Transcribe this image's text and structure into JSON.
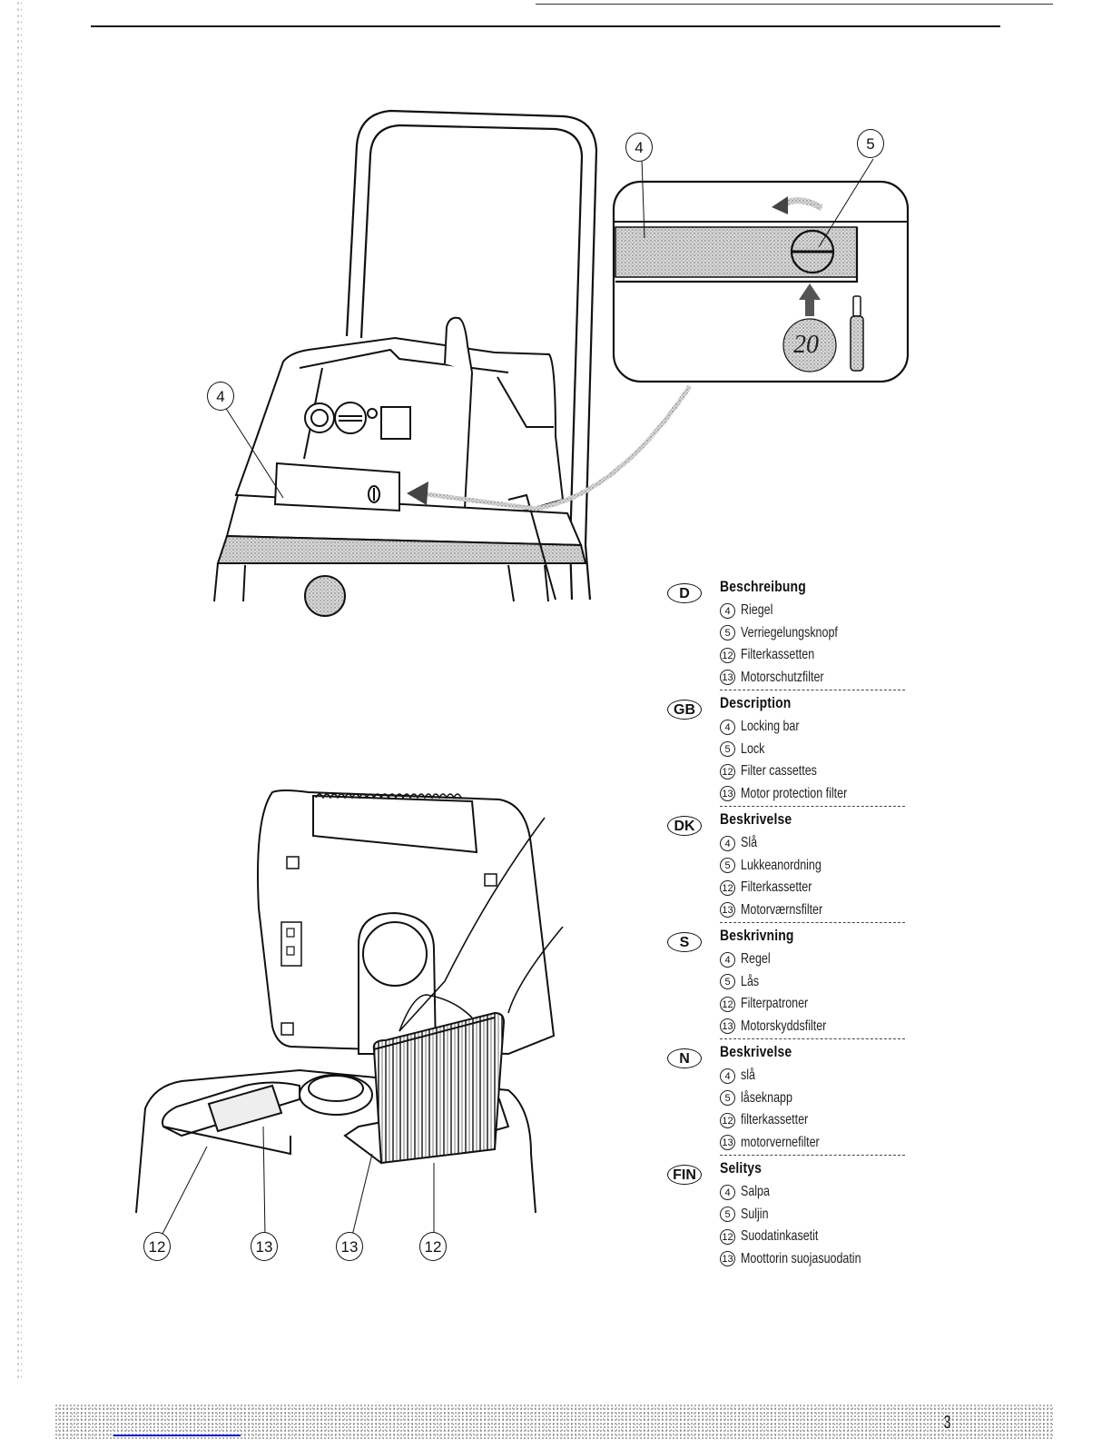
{
  "page": {
    "number": "3"
  },
  "figure_top": {
    "callouts": [
      "4",
      "4",
      "5"
    ],
    "coin_text": "20",
    "switch_symbol": "I"
  },
  "figure_bottom": {
    "callouts": [
      "12",
      "13",
      "13",
      "12"
    ]
  },
  "legend": [
    {
      "lang": "D",
      "heading": "Beschreibung",
      "items": [
        {
          "n": "4",
          "label": "Riegel"
        },
        {
          "n": "5",
          "label": "Verriegelungsknopf"
        },
        {
          "n": "12",
          "label": "Filterkassetten"
        },
        {
          "n": "13",
          "label": "Motorschutzfilter"
        }
      ]
    },
    {
      "lang": "GB",
      "heading": "Description",
      "items": [
        {
          "n": "4",
          "label": "Locking bar"
        },
        {
          "n": "5",
          "label": "Lock"
        },
        {
          "n": "12",
          "label": "Filter cassettes"
        },
        {
          "n": "13",
          "label": "Motor protection filter"
        }
      ]
    },
    {
      "lang": "DK",
      "heading": "Beskrivelse",
      "items": [
        {
          "n": "4",
          "label": "Slå"
        },
        {
          "n": "5",
          "label": "Lukkeanordning"
        },
        {
          "n": "12",
          "label": "Filterkassetter"
        },
        {
          "n": "13",
          "label": "Motorværnsfilter"
        }
      ]
    },
    {
      "lang": "S",
      "heading": "Beskrivning",
      "items": [
        {
          "n": "4",
          "label": "Regel"
        },
        {
          "n": "5",
          "label": "Lås"
        },
        {
          "n": "12",
          "label": "Filterpatroner"
        },
        {
          "n": "13",
          "label": "Motorskyddsfilter"
        }
      ]
    },
    {
      "lang": "N",
      "heading": "Beskrivelse",
      "items": [
        {
          "n": "4",
          "label": "slå"
        },
        {
          "n": "5",
          "label": "låseknapp"
        },
        {
          "n": "12",
          "label": "filterkassetter"
        },
        {
          "n": "13",
          "label": "motorvernefilter"
        }
      ]
    },
    {
      "lang": "FIN",
      "heading": "Selitys",
      "items": [
        {
          "n": "4",
          "label": "Salpa"
        },
        {
          "n": "5",
          "label": "Suljin"
        },
        {
          "n": "12",
          "label": "Suodatinkasetit"
        },
        {
          "n": "13",
          "label": "Moottorin suojasuodatin"
        }
      ]
    }
  ]
}
